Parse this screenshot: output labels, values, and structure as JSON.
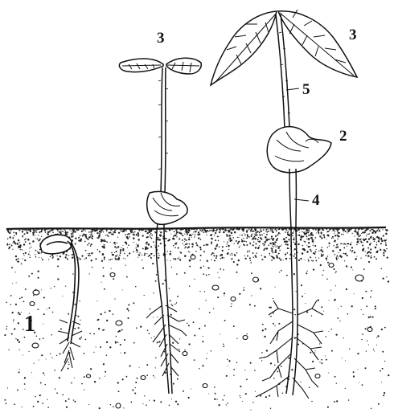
{
  "figure": {
    "labels": {
      "seed_one": "1",
      "cotyledon": "2",
      "leaves_middle": "3",
      "leaves_right": "3",
      "hypocotyl": "4",
      "epicotyl": "5"
    },
    "colors": {
      "ink": "#111111",
      "paper": "#ffffff",
      "soil_speckle": "#222222"
    }
  }
}
